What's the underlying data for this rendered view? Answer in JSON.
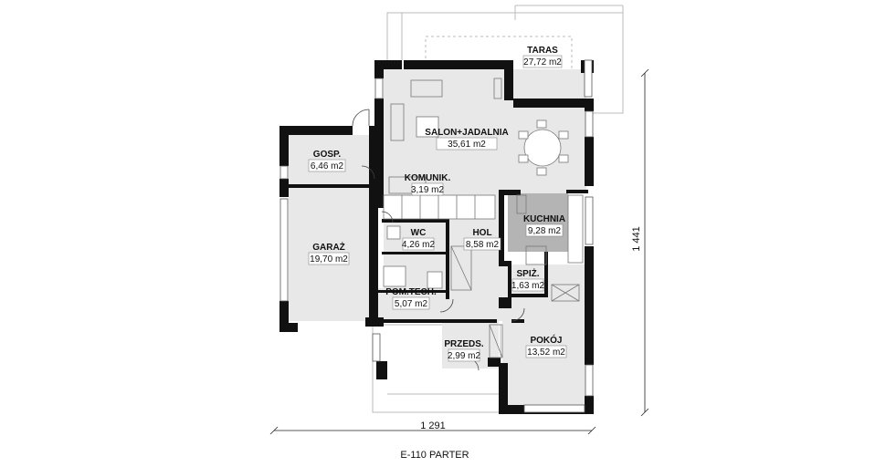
{
  "plan": {
    "caption": "E-110 PARTER",
    "dim_width": "1 291",
    "dim_height": "1 441",
    "rooms": [
      {
        "id": "taras",
        "name": "TARAS",
        "area": "27,72 m2"
      },
      {
        "id": "salon",
        "name": "SALON+JADALNIA",
        "area": "35,61 m2"
      },
      {
        "id": "gosp",
        "name": "GOSP.",
        "area": "6,46 m2"
      },
      {
        "id": "komunik",
        "name": "KOMUNIK.",
        "area": "3,19 m2"
      },
      {
        "id": "kuchnia",
        "name": "KUCHNIA",
        "area": "9,28 m2"
      },
      {
        "id": "wc",
        "name": "WC",
        "area": "4,26 m2"
      },
      {
        "id": "hol",
        "name": "HOL",
        "area": "8,58 m2"
      },
      {
        "id": "garaz",
        "name": "GARAŻ",
        "area": "19,70 m2"
      },
      {
        "id": "spiz",
        "name": "SPIŻ.",
        "area": "1,63 m2"
      },
      {
        "id": "pomtech",
        "name": "POM.TECH.",
        "area": "5,07 m2"
      },
      {
        "id": "przeds",
        "name": "PRZEDS.",
        "area": "2,99 m2"
      },
      {
        "id": "pokoj",
        "name": "POKÓJ",
        "area": "13,52 m2"
      }
    ],
    "colors": {
      "floor": "#e8e8e8",
      "kitchen": "#b4b4b4",
      "wall": "#111111",
      "window": "#ffffff"
    }
  }
}
